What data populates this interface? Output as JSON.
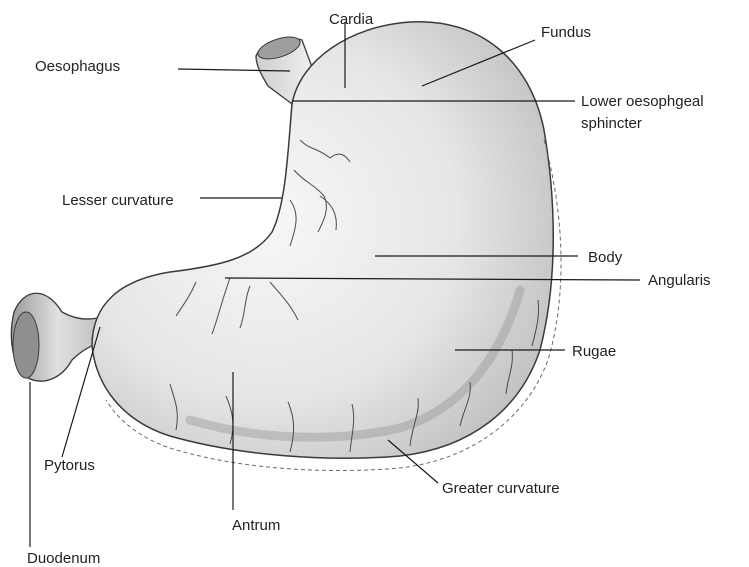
{
  "labels": {
    "cardia": "Cardia",
    "fundus": "Fundus",
    "oesophagus": "Oesophagus",
    "lower_sphincter_line1": "Lower oesophgeal",
    "lower_sphincter_line2": "sphincter",
    "lesser_curvature": "Lesser curvature",
    "body": "Body",
    "angularis": "Angularis",
    "rugae": "Rugae",
    "pylorus": "Pytorus",
    "greater_curvature": "Greater curvature",
    "antrum": "Antrum",
    "duodenum": "Duodenum"
  },
  "colors": {
    "label_text": "#222222",
    "leader_line": "#1a1a1a",
    "stomach_fill": "#ececec",
    "stomach_shade": "#bdbdbd",
    "outline": "#3a3a3a",
    "vessel": "#4a4a4a"
  }
}
